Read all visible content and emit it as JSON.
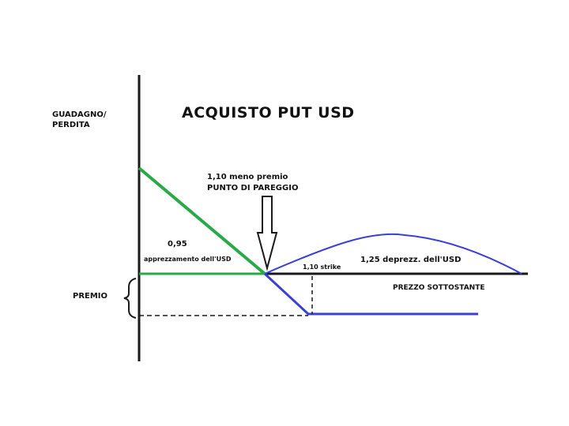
{
  "diagram": {
    "title": "ACQUISTO PUT USD",
    "y_axis_label_line1": "GUADAGNO/",
    "y_axis_label_line2": "PERDITA",
    "premium_label": "PREMIO",
    "breakeven_line1": "1,10 meno premio",
    "breakeven_line2": "PUNTO DI PAREGGIO",
    "left_value": "0,95",
    "left_caption": "apprezzamento dell'USD",
    "strike_label": "1,10 strike",
    "right_caption": "1,25 deprezz. dell'USD",
    "x_axis_label": "PREZZO SOTTOSTANTE",
    "colors": {
      "profit_line": "#2aa84a",
      "loss_line": "#3a3fd6",
      "axis": "#1a1a1a"
    }
  }
}
